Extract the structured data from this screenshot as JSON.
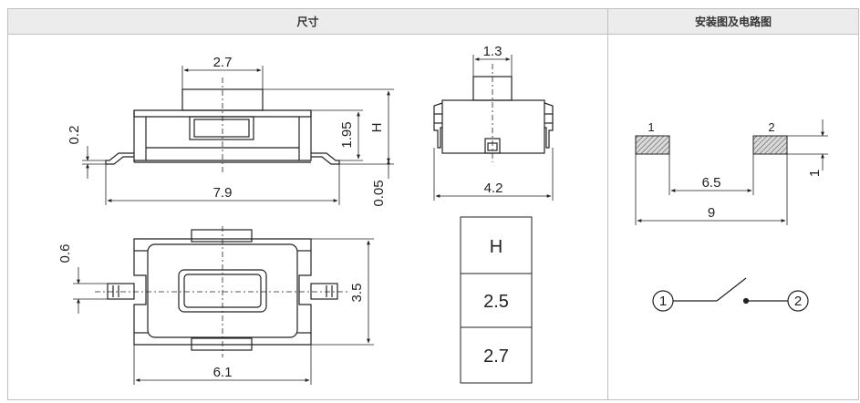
{
  "header": {
    "size_title": "尺寸",
    "install_title": "安装图及电路图"
  },
  "dims": {
    "top_width": "2.7",
    "lead_thk": "0.2",
    "body_h": "1.95",
    "h_label": "H",
    "standoff": "0.05",
    "length": "7.9",
    "side_plunger": "1.3",
    "side_width": "4.2",
    "lead_w": "0.6",
    "body_depth": "3.5",
    "body_len": "6.1"
  },
  "h_table": {
    "header": "H",
    "rows": [
      "2.5",
      "2.7"
    ]
  },
  "footprint": {
    "pad1": "1",
    "pad2": "2",
    "gap": "6.5",
    "span": "9",
    "pad_h": "1"
  },
  "circuit": {
    "pin1": "1",
    "pin2": "2"
  },
  "colors": {
    "line": "#222222",
    "header_bg": "#ececec",
    "border": "#bfbfbf",
    "pad_fill": "#cfcfcf"
  }
}
